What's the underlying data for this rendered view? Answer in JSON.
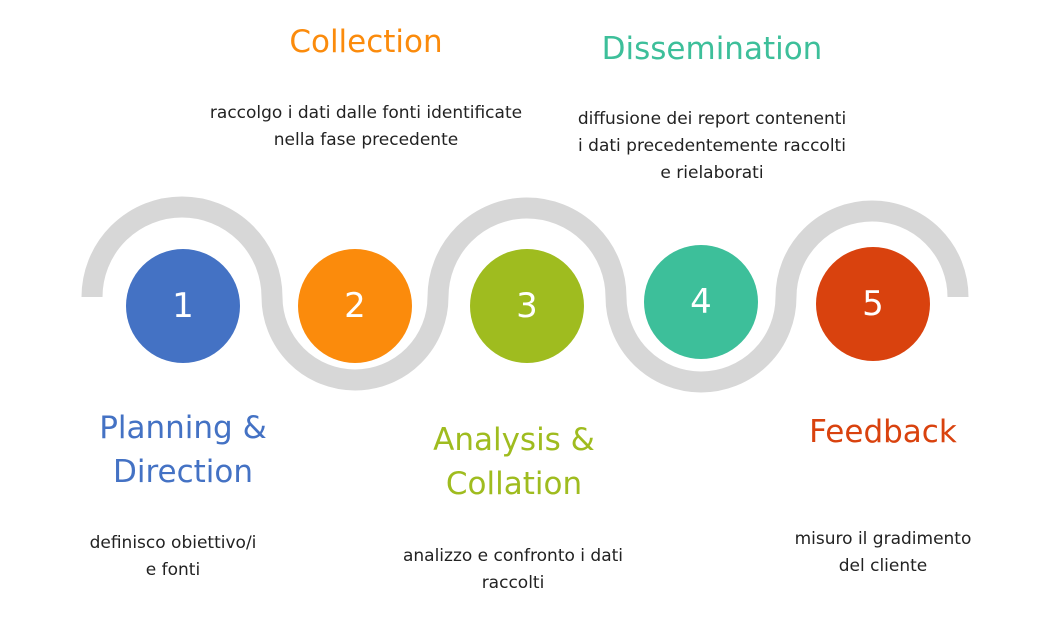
{
  "colors": {
    "wave": "#d7d7d7",
    "step1": "#4472c4",
    "step2": "#fb8b0c",
    "step3": "#9fbc1f",
    "step4": "#3dbf9a",
    "step5": "#d9420e"
  },
  "steps": [
    {
      "number": "1",
      "title_lines": [
        "Planning &",
        "Direction"
      ],
      "desc_lines": [
        "definisco obiettivo/i",
        "e fonti"
      ]
    },
    {
      "number": "2",
      "title_lines": [
        "Collection"
      ],
      "desc_lines": [
        "raccolgo i dati dalle fonti identificate",
        "nella fase precedente"
      ]
    },
    {
      "number": "3",
      "title_lines": [
        "Analysis &",
        "Collation"
      ],
      "desc_lines": [
        "analizzo e confronto i dati",
        "raccolti"
      ]
    },
    {
      "number": "4",
      "title_lines": [
        "Dissemination"
      ],
      "desc_lines": [
        "diffusione dei report contenenti",
        "i dati precedentemente raccolti",
        "e rielaborati"
      ]
    },
    {
      "number": "5",
      "title_lines": [
        "Feedback"
      ],
      "desc_lines": [
        "misuro il gradimento",
        "del cliente"
      ]
    }
  ]
}
